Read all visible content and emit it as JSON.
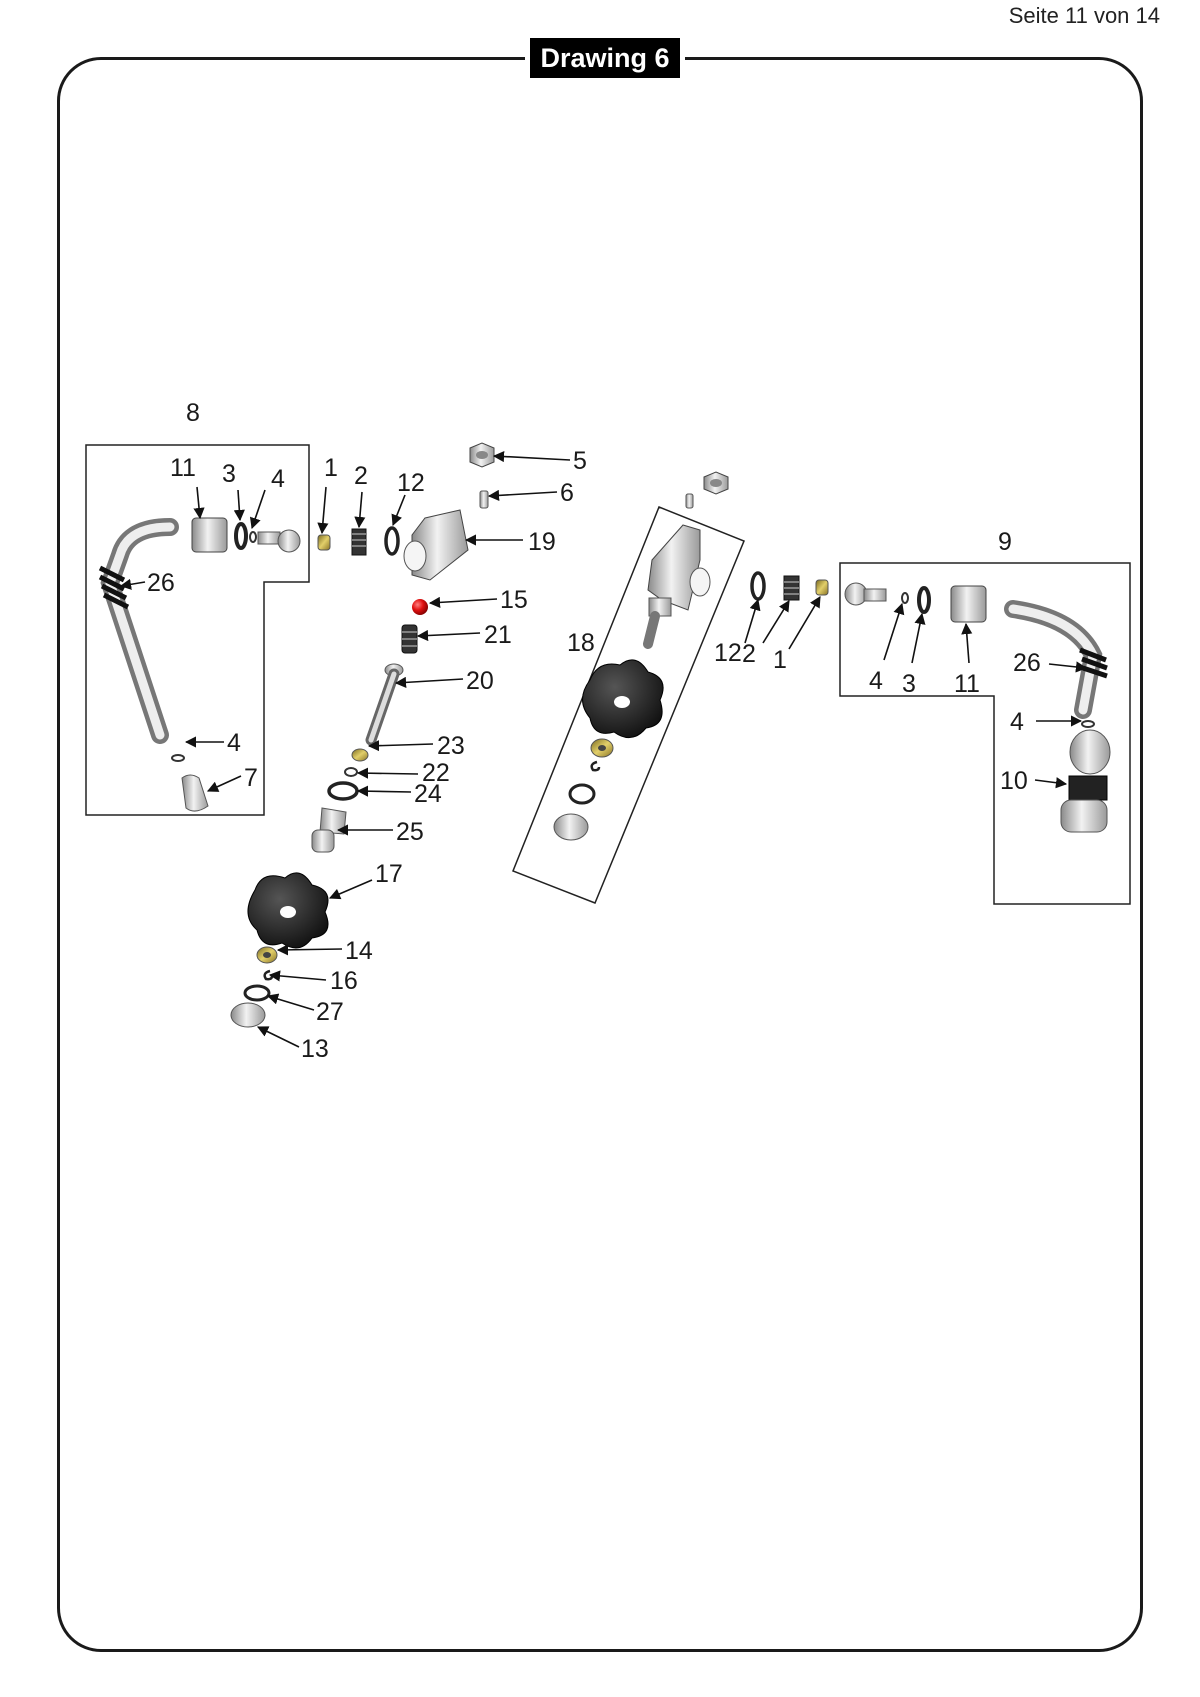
{
  "page_number": "Seite 11 von 14",
  "title": "Drawing 6",
  "callouts": {
    "group_8": "8",
    "group_9": "9",
    "l_11": "11",
    "l_3": "3",
    "l_4a": "4",
    "l_1": "1",
    "l_2": "2",
    "l_12": "12",
    "l_5": "5",
    "l_6": "6",
    "l_19": "19",
    "l_26": "26",
    "l_15": "15",
    "l_21": "21",
    "l_20": "20",
    "l_4b": "4",
    "l_7": "7",
    "l_23": "23",
    "l_22": "22",
    "l_24": "24",
    "l_25": "25",
    "l_17": "17",
    "l_14": "14",
    "l_16": "16",
    "l_27": "27",
    "l_13": "13",
    "r_18": "18",
    "r_12": "12",
    "r_2": "2",
    "r_1": "1",
    "r_4a": "4",
    "r_3": "3",
    "r_11": "11",
    "r_26": "26",
    "r_4b": "4",
    "r_10": "10"
  }
}
